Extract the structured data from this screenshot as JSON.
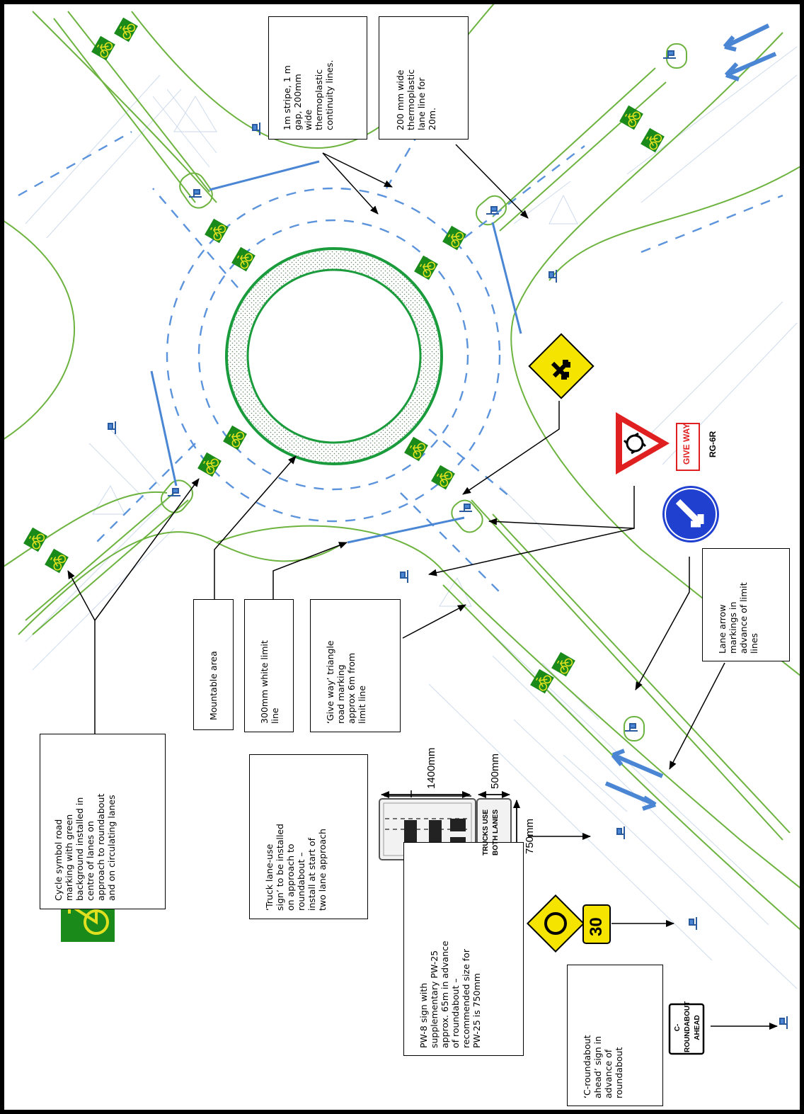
{
  "callouts": {
    "cycle_symbol": "Cycle symbol road\nmarking with green\nbackground installed in\ncentre of lanes on\napproach to roundabout\nand on circulating lanes",
    "mountable_area": "Mountable area",
    "limit_line": "300mm white limit\nline",
    "giveway_triangle": "‘Give way’ triangle\nroad marking\napprox 6m from\nlimit line",
    "continuity_lines": "1m stripe, 1 m\ngap, 200mm\nwide\nthermoplastic\ncontinuity lines.",
    "lane_line": "200 mm wide\nthermoplastic\nlane line for\n20m.",
    "lane_arrows": "Lane arrow\nmarkings in\nadvance of limit\nlines",
    "truck_lane": "‘Truck lane-use\nsign’ to be installed\non approach to\nroundabout –\ninstall at start of\ntwo lane approach",
    "pw8_sign": "PW-8 sign with\nsupplementary PW-25\napprox. 65m in advance\nof roundabout –\nrecommended size for\nPW-25 is 750mm",
    "c_roundabout": "‘C-roundabout\nahead’ sign in\nadvance of\nroundabout"
  },
  "signs": {
    "give_way_text": "GIVE WAY",
    "rg6r_code": "RG-6R",
    "speed_limit": "30",
    "truck_sign_text": "TRUCKS USE\nBOTH LANES",
    "c_roundabout_sign": "C-ROUNDABOUT\nAHEAD"
  },
  "dimensions": {
    "width_1400": "1400mm",
    "width_500": "500mm",
    "height_750": "750mm"
  },
  "colors": {
    "road_edge": "#6db33f",
    "marking": "#4a86d4",
    "roundabout_ring": "#1a9b3c",
    "cycle_bg": "#1a8a1a",
    "cycle_fg": "#e0e020",
    "sign_yellow": "#f5e400",
    "give_way_red": "#e02020",
    "keep_left_blue": "#2040d0"
  }
}
